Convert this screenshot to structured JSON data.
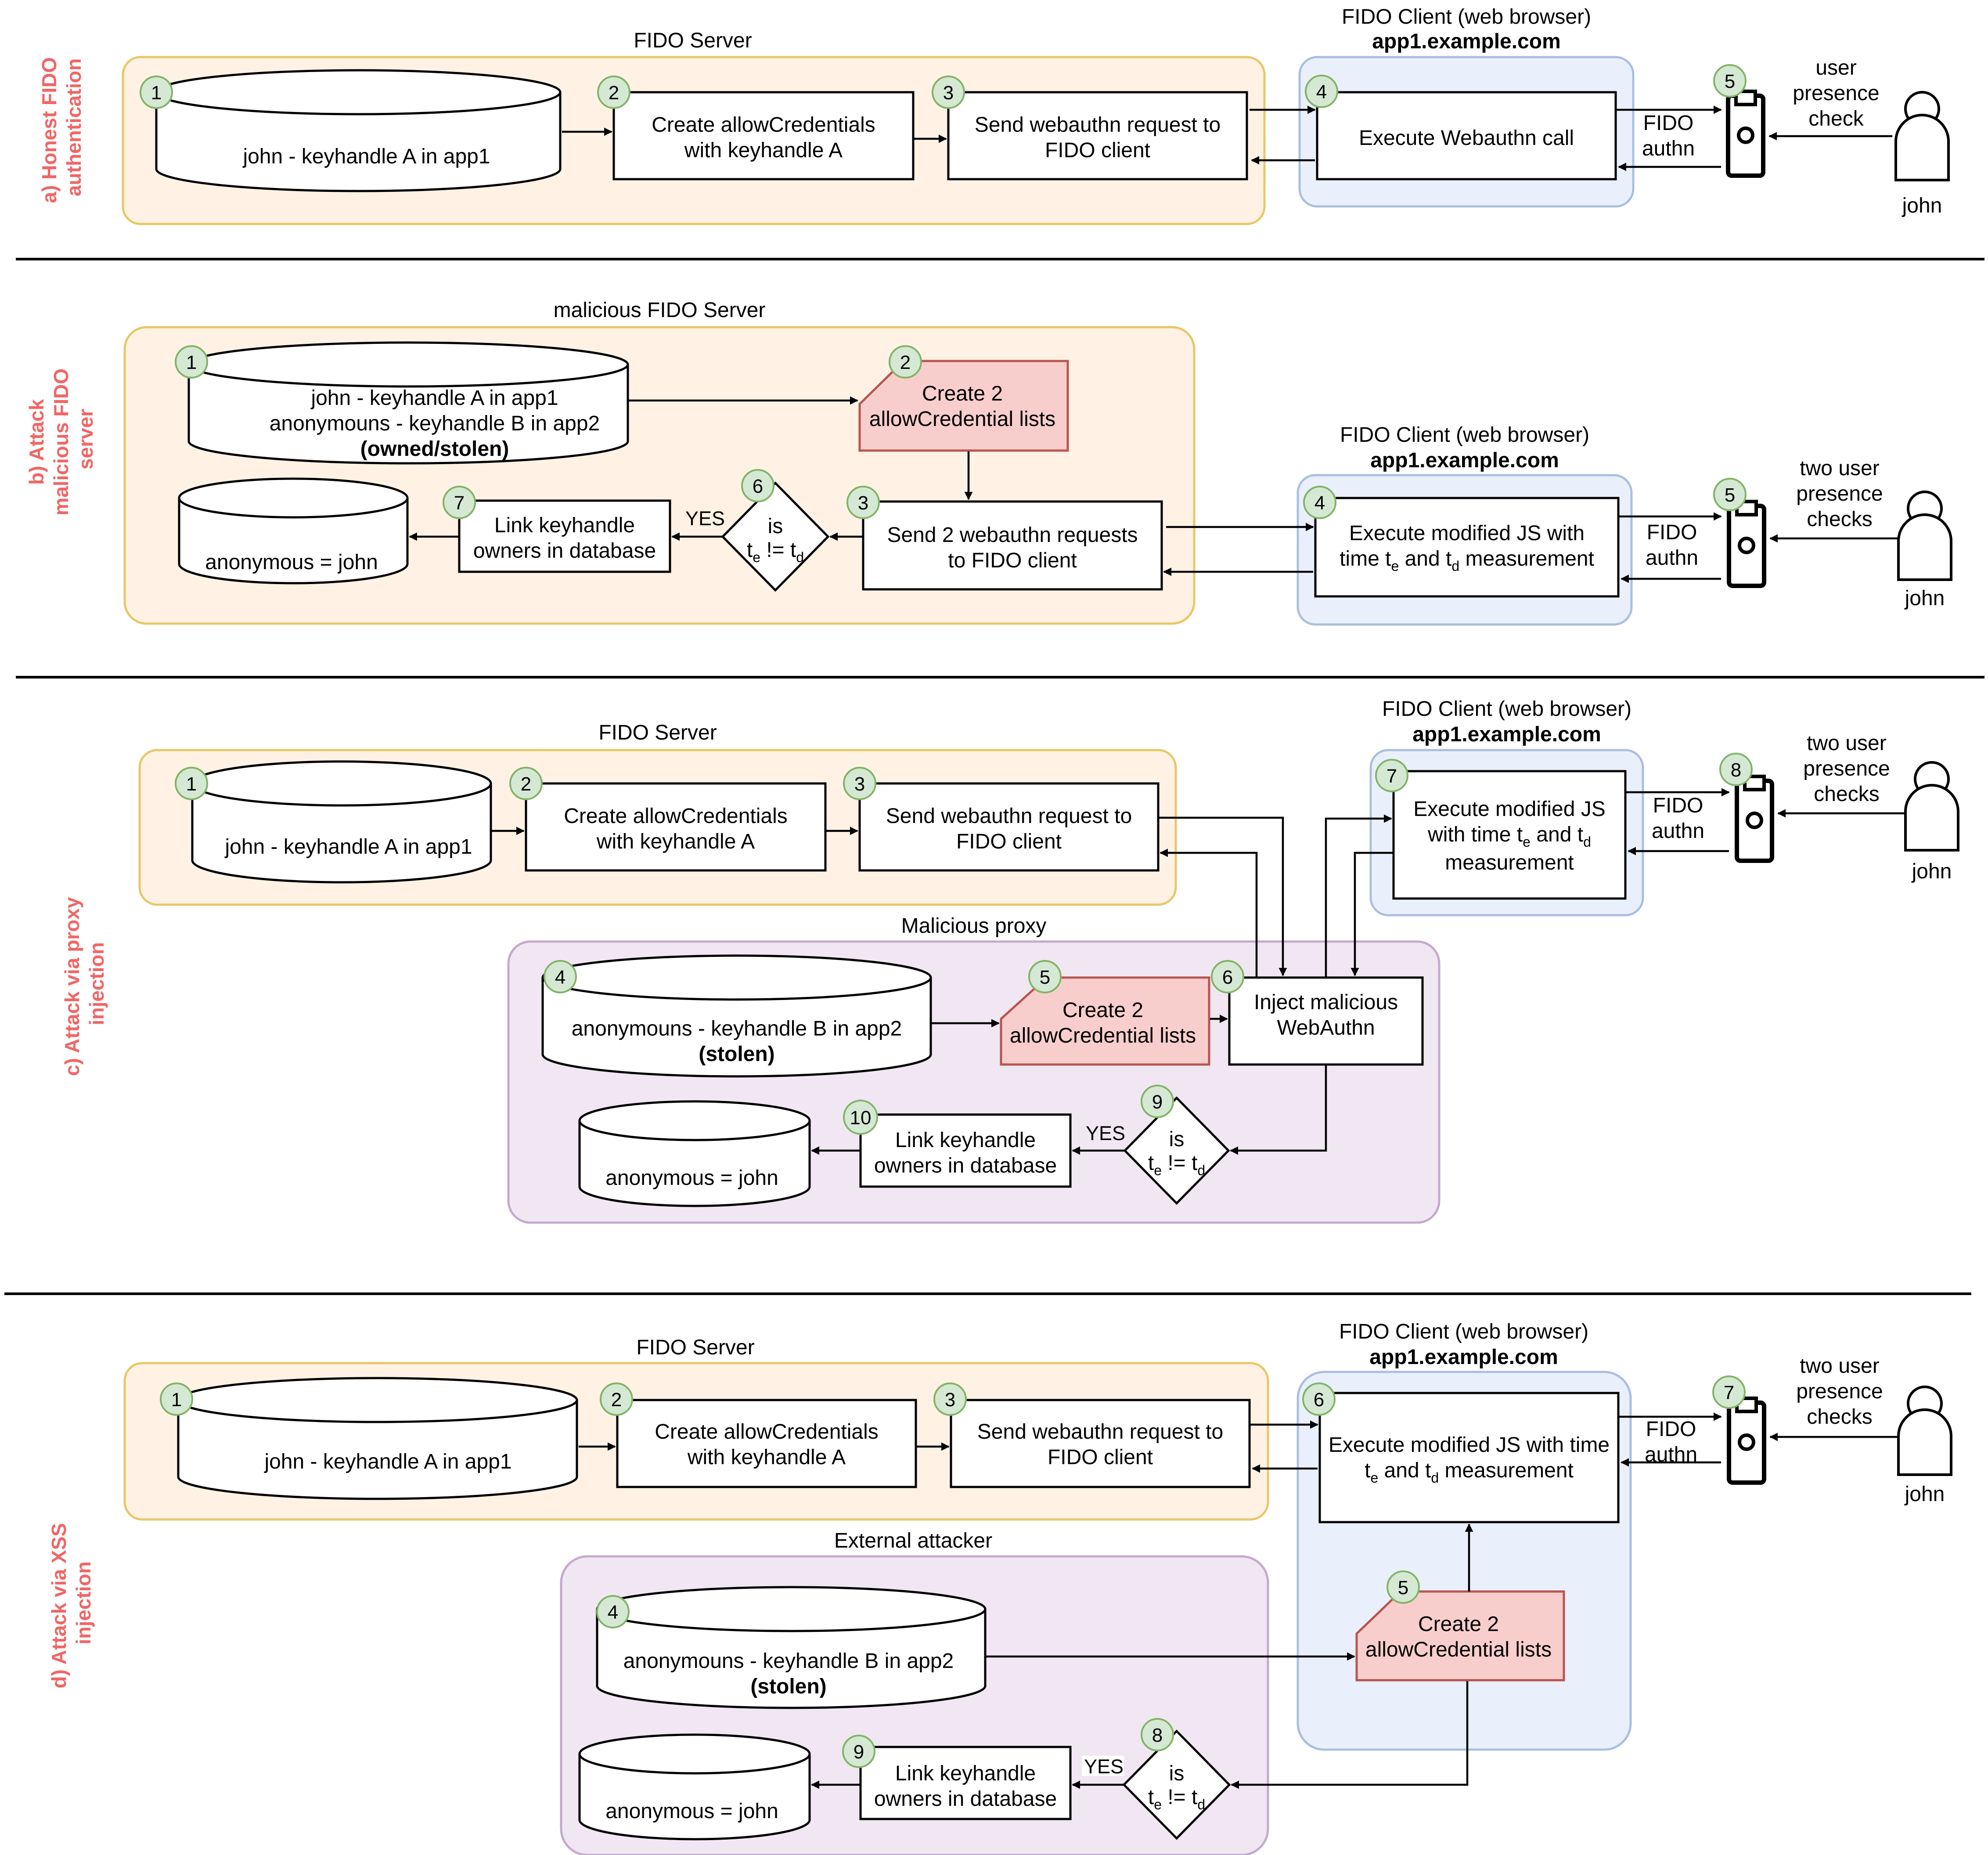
{
  "colors": {
    "server_fill": "#fff2e5",
    "server_stroke": "#e8c766",
    "client_fill": "#eaf0fb",
    "client_stroke": "#a9bfe0",
    "attacker_fill": "#f0e7f2",
    "attacker_stroke": "#c4a9cf",
    "malicious_step_fill": "#f8cecc",
    "malicious_step_stroke": "#b85450",
    "step_badge_fill": "#d5e8d4",
    "step_badge_stroke": "#82b366",
    "section_label": "#f06666"
  },
  "icons": [
    "security-key-icon",
    "person-icon"
  ],
  "a": {
    "side_label_1": "a) Honest FIDO",
    "side_label_2": "authentication",
    "server_title": "FIDO Server",
    "client_title": "FIDO Client (web browser)",
    "client_domain": "app1.example.com",
    "db1": "john - keyhandle A in app1",
    "step2_1": "Create allowCredentials",
    "step2_2": "with keyhandle A",
    "step3_1": "Send webauthn request to",
    "step3_2": "FIDO client",
    "step4": "Execute Webauthn call",
    "fido_1": "FIDO",
    "fido_2": "authn",
    "check_1": "user",
    "check_2": "presence",
    "check_3": "check",
    "user": "john",
    "n1": "1",
    "n2": "2",
    "n3": "3",
    "n4": "4",
    "n5": "5"
  },
  "b": {
    "side_label_1": "b) Attack",
    "side_label_2": "malicious FIDO",
    "side_label_3": "server",
    "server_title": "malicious FIDO Server",
    "client_title": "FIDO Client (web browser)",
    "client_domain": "app1.example.com",
    "db1_1": "john - keyhandle A in app1",
    "db1_2": "anonymouns - keyhandle B in app2",
    "db1_3": "(owned/stolen)",
    "step2_1": "Create 2",
    "step2_2": "allowCredential lists",
    "step3_1": "Send 2 webauthn requests",
    "step3_2": "to FIDO client",
    "step4_1": "Execute modified JS with",
    "step4_2a": "time t",
    "step4_2b": "e",
    "step4_2c": " and t",
    "step4_2d": "d",
    "step4_2e": " measurement",
    "dec_is": "is",
    "dec_te": "t",
    "dec_e": "e",
    "dec_ne": " != t",
    "dec_d": "d",
    "yes": "YES",
    "step7_1": "Link keyhandle",
    "step7_2": "owners in database",
    "db2": "anonymous = john",
    "fido_1": "FIDO",
    "fido_2": "authn",
    "check_1": "two user",
    "check_2": "presence",
    "check_3": "checks",
    "user": "john",
    "n1": "1",
    "n2": "2",
    "n3": "3",
    "n4": "4",
    "n5": "5",
    "n6": "6",
    "n7": "7"
  },
  "c": {
    "side_label_1": "c) Attack via proxy",
    "side_label_2": "injection",
    "server_title": "FIDO Server",
    "proxy_title": "Malicious proxy",
    "client_title": "FIDO Client (web browser)",
    "client_domain": "app1.example.com",
    "db1": "john - keyhandle A in app1",
    "step2_1": "Create allowCredentials",
    "step2_2": "with keyhandle A",
    "step3_1": "Send webauthn request to",
    "step3_2": "FIDO client",
    "db4_1": "anonymouns - keyhandle B in app2",
    "db4_2": "(stolen)",
    "step5_1": "Create 2",
    "step5_2": "allowCredential lists",
    "step6_1": "Inject malicious",
    "step6_2": "WebAuthn",
    "step7_1": "Execute modified JS",
    "step7_2a": "with time t",
    "step7_2b": "e",
    "step7_2c": " and t",
    "step7_2d": "d",
    "step7_3": "measurement",
    "dec_is": "is",
    "dec_te": "t",
    "dec_e": "e",
    "dec_ne": " != t",
    "dec_d": "d",
    "yes": "YES",
    "step10_1": "Link keyhandle",
    "step10_2": "owners in database",
    "db2": "anonymous = john",
    "fido_1": "FIDO",
    "fido_2": "authn",
    "check_1": "two user",
    "check_2": "presence",
    "check_3": "checks",
    "user": "john",
    "n1": "1",
    "n2": "2",
    "n3": "3",
    "n4": "4",
    "n5": "5",
    "n6": "6",
    "n7": "7",
    "n8": "8",
    "n9": "9",
    "n10": "10"
  },
  "d": {
    "side_label_1": "d) Attack via XSS",
    "side_label_2": "injection",
    "server_title": "FIDO Server",
    "attacker_title": "External attacker",
    "client_title": "FIDO Client (web browser)",
    "client_domain": "app1.example.com",
    "db1": "john - keyhandle A in app1",
    "step2_1": "Create allowCredentials",
    "step2_2": "with keyhandle A",
    "step3_1": "Send webauthn request to",
    "step3_2": "FIDO client",
    "db4_1": "anonymouns - keyhandle B in app2",
    "db4_2": "(stolen)",
    "step5_1": "Create 2",
    "step5_2": "allowCredential lists",
    "step6_1": "Execute modified JS with time",
    "step6_2a": "t",
    "step6_2b": "e",
    "step6_2c": " and t",
    "step6_2d": "d",
    "step6_2e": " measurement",
    "dec_is": "is",
    "dec_te": "t",
    "dec_e": "e",
    "dec_ne": " != t",
    "dec_d": "d",
    "yes": "YES",
    "step9_1": "Link keyhandle",
    "step9_2": "owners in database",
    "db2": "anonymous = john",
    "fido_1": "FIDO",
    "fido_2": "authn",
    "check_1": "two user",
    "check_2": "presence",
    "check_3": "checks",
    "user": "john",
    "n1": "1",
    "n2": "2",
    "n3": "3",
    "n4": "4",
    "n5": "5",
    "n6": "6",
    "n7": "7",
    "n8": "8",
    "n9": "9"
  }
}
